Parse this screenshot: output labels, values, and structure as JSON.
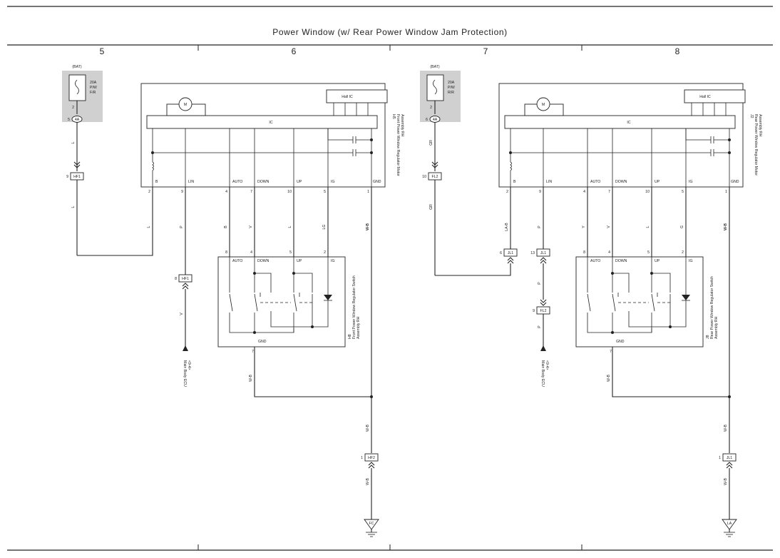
{
  "title": "Power Window (w/ Rear Power Window Jam Protection)",
  "columns": [
    "5",
    "6",
    "7",
    "8"
  ],
  "left": {
    "battery": {
      "label": "(BAT)",
      "fuse": "20A",
      "fuse_sub1": "P/W",
      "fuse_sub2": "F/R",
      "pin_top": "2",
      "pin_conn": "5",
      "conn": "4A"
    },
    "bat_wire_color": "L",
    "splice_pin": "9",
    "splice": "HF1",
    "splice_wire_color": "L",
    "motor": {
      "code": "H5",
      "name1": "Front Power Window Regulator Motor",
      "name2": "Assembly RH",
      "hall": "Hall IC",
      "ic": "IC",
      "motor": "M",
      "pins": [
        {
          "n": "2",
          "l": "B"
        },
        {
          "n": "9",
          "l": "LIN"
        },
        {
          "n": "4",
          "l": "AUTO"
        },
        {
          "n": "7",
          "l": "DOWN"
        },
        {
          "n": "10",
          "l": "UP"
        },
        {
          "n": "5",
          "l": "IG"
        },
        {
          "n": "1",
          "l": "GND"
        }
      ]
    },
    "wires": [
      "L",
      "P",
      "B",
      "V",
      "L",
      "LG",
      "W-B"
    ],
    "switch": {
      "code": "H8",
      "name1": "Front Power Window Regulator Switch",
      "name2": "Assembly RH",
      "pins": [
        {
          "n": "8",
          "l": "AUTO"
        },
        {
          "n": "4",
          "l": "DOWN"
        },
        {
          "n": "5",
          "l": "UP"
        },
        {
          "n": "2",
          "l": "IG"
        }
      ],
      "gnd_pin": "7",
      "gnd": "GND"
    },
    "ecu_conn": {
      "pin": "8",
      "name": "HF1",
      "wire": "V"
    },
    "ecu": {
      "name": "Main Body ECU",
      "ref": "<9-4>"
    },
    "sw_gnd_wire": "W-B",
    "gnd_wire1": "W-B",
    "gnd_conn": {
      "pin": "1",
      "name": "HF2"
    },
    "gnd_wire2": "W-B",
    "ground": "FC"
  },
  "right": {
    "battery": {
      "label": "(BAT)",
      "fuse": "20A",
      "fuse_sub1": "P/W",
      "fuse_sub2": "R/R",
      "pin_top": "2",
      "pin_conn": "6",
      "conn": "4A"
    },
    "bat_wire_color": "GR",
    "splice_pin": "10",
    "splice": "FL2",
    "splice_wire_color": "GR",
    "motor": {
      "code": "J2",
      "name1": "Rear Power Window Regulator Motor",
      "name2": "Assembly RH",
      "hall": "Hall IC",
      "ic": "IC",
      "motor": "M",
      "pins": [
        {
          "n": "2",
          "l": "B"
        },
        {
          "n": "9",
          "l": "LIN"
        },
        {
          "n": "4",
          "l": "AUTO"
        },
        {
          "n": "7",
          "l": "DOWN"
        },
        {
          "n": "10",
          "l": "UP"
        },
        {
          "n": "5",
          "l": "IG"
        },
        {
          "n": "1",
          "l": "GND"
        }
      ]
    },
    "wires": [
      "LA-B",
      "P",
      "Y",
      "V",
      "L",
      "G",
      "W-B"
    ],
    "b_conn": {
      "pin": "6",
      "name": "JL1"
    },
    "lin_conn": {
      "pin": "13",
      "name": "JL1"
    },
    "switch": {
      "code": "J8",
      "name1": "Rear Power Window Regulator Switch",
      "name2": "Assembly RH",
      "pins": [
        {
          "n": "8",
          "l": "AUTO"
        },
        {
          "n": "4",
          "l": "DOWN"
        },
        {
          "n": "5",
          "l": "UP"
        },
        {
          "n": "2",
          "l": "IG"
        }
      ],
      "gnd_pin": "7",
      "gnd": "GND"
    },
    "ecu_conn": {
      "pin": "9",
      "name": "FL2",
      "wire": "P"
    },
    "ecu": {
      "name": "Main Body ECU",
      "ref": "<9-4>"
    },
    "sw_gnd_wire": "W-B",
    "gnd_wire1": "W-B",
    "gnd_conn": {
      "pin": "1",
      "name": "JL1"
    },
    "gnd_wire2": "W-B",
    "ground": "LA"
  }
}
